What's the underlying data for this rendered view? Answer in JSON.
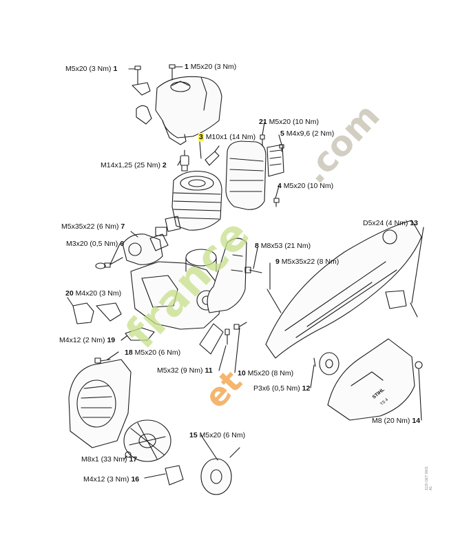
{
  "labels": {
    "p1_left": {
      "num": "1",
      "spec": "M5x20 (3 Nm)"
    },
    "p1_right": {
      "num": "1",
      "spec": "M5x20 (3 Nm)"
    },
    "p2": {
      "num": "2",
      "spec": "M14x1,25 (25 Nm)"
    },
    "p3": {
      "num": "3",
      "spec": "M10x1 (14 Nm)"
    },
    "p4": {
      "num": "4",
      "spec": "M5x20 (10 Nm)"
    },
    "p5": {
      "num": "5",
      "spec": "M4x9,6 (2 Nm)"
    },
    "p6": {
      "num": "6",
      "spec": "M3x20 (0,5 Nm)"
    },
    "p7": {
      "num": "7",
      "spec": "M5x35x22 (6 Nm)"
    },
    "p8": {
      "num": "8",
      "spec": "M8x53 (21 Nm)"
    },
    "p9": {
      "num": "9",
      "spec": "M5x35x22 (8 Nm)"
    },
    "p10": {
      "num": "10",
      "spec": "M5x20 (8 Nm)"
    },
    "p11": {
      "num": "11",
      "spec": "M5x32 (9 Nm)"
    },
    "p12": {
      "num": "12",
      "spec": "P3x6 (0,5 Nm)"
    },
    "p13": {
      "num": "13",
      "spec": "D5x24 (4 Nm)"
    },
    "p14": {
      "num": "14",
      "spec": "M8 (20 Nm)"
    },
    "p15": {
      "num": "15",
      "spec": "M5x20 (6 Nm)"
    },
    "p16": {
      "num": "16",
      "spec": "M4x12 (3 Nm)"
    },
    "p17": {
      "num": "17",
      "spec": "M8x1 (33 Nm)"
    },
    "p18": {
      "num": "18",
      "spec": "M5x20 (6 Nm)"
    },
    "p19": {
      "num": "19",
      "spec": "M4x12 (2 Nm)"
    },
    "p20": {
      "num": "20",
      "spec": "M4x20 (3 Nm)"
    },
    "p21": {
      "num": "21",
      "spec": "M5x20 (10 Nm)"
    }
  },
  "cover_brand": "STIHL",
  "cover_model": "TS 4",
  "doc_code": "1120 GET 0001 A1",
  "watermark": {
    "main": "france",
    "accent": "et",
    "suffix": ".com"
  },
  "colors": {
    "line": "#1a1a1a",
    "highlight": "#fff23a",
    "wm_green": "#c8e08a",
    "wm_orange": "#f2a54a",
    "wm_gray": "#c9c3b4"
  }
}
